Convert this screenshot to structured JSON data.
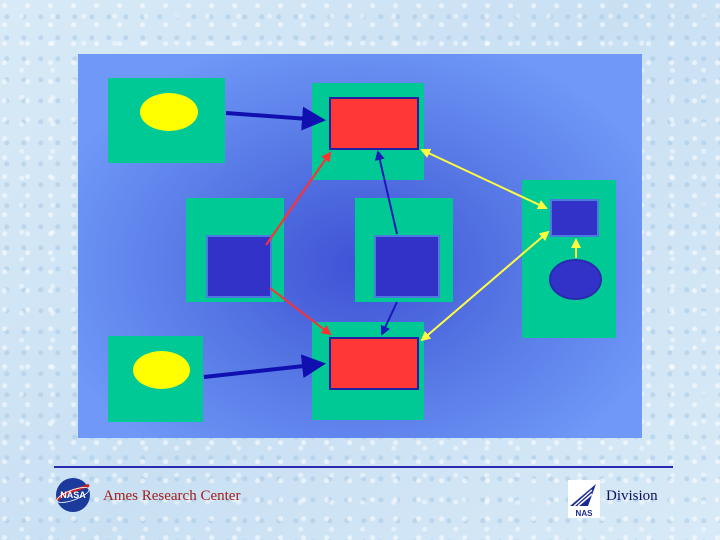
{
  "slide": {
    "footer": {
      "left_text": "Ames Research Center",
      "right_text": "Division",
      "nasa_logo_text": "NASA",
      "nas_logo_text": "NAS"
    },
    "colors": {
      "panel": "#6f98f8",
      "frame": "#00c995",
      "red_box": "#ff3737",
      "blue_box": "#3232c8",
      "yellow_ellipse": "#ffff00",
      "arrow_dark_blue": "#1010b0",
      "arrow_red": "#ff3030",
      "arrow_yellow": "#ffff40",
      "rule": "#2a2ab0"
    },
    "diagram": {
      "nodes": [
        "yellow-ellipse",
        "red-rect",
        "blue-rect",
        "blue-ellipse"
      ],
      "connectors": [
        "thick-blue-arrow",
        "red-arrow",
        "thin-blue-arrow",
        "yellow-double-arrow"
      ]
    }
  }
}
